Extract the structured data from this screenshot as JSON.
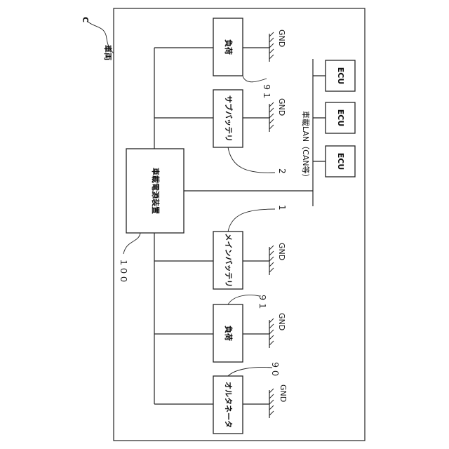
{
  "diagram": {
    "figure_label": "C",
    "vehicle_label": "車両",
    "power_device_label": "車載電源装置",
    "power_device_ref": "１００",
    "main_battery_label": "メインバッテリ",
    "main_battery_ref": "1",
    "sub_battery_label": "サブバッテリ",
    "sub_battery_ref": "2",
    "load_top_label": "負荷",
    "load_top_ref": "９１",
    "load_bottom_label": "負荷",
    "load_bottom_ref": "９１",
    "alternator_label": "オルタネータ",
    "alternator_ref": "９０",
    "lan_label": "車載LAN（CAN等）",
    "ecu_labels": [
      "ECU",
      "ECU",
      "ECU"
    ],
    "gnd_label": "GND"
  }
}
